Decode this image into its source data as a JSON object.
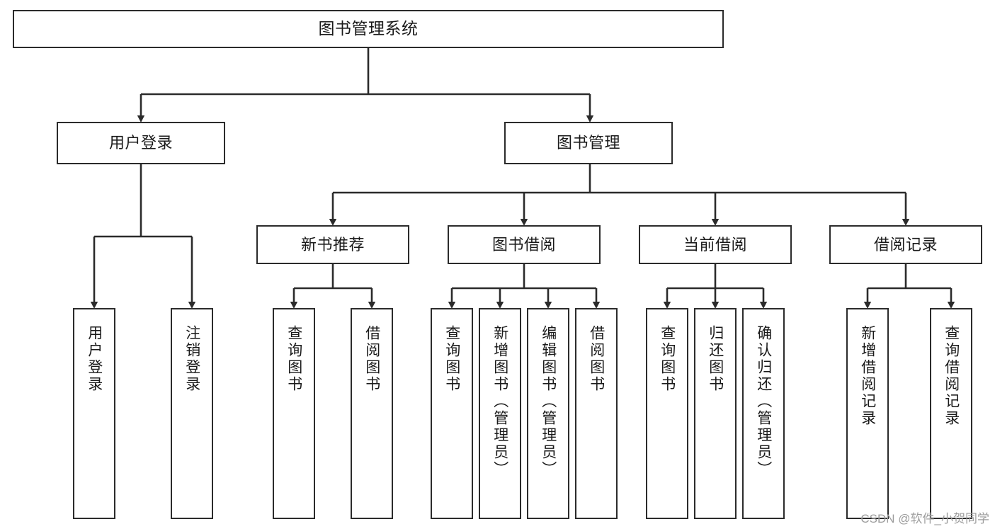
{
  "diagram": {
    "title": "图书管理系统",
    "type": "tree-hierarchy-chart",
    "colors": {
      "box_border": "#2b2b2b",
      "box_fill": "#ffffff",
      "connector": "#2b2b2b",
      "text": "#1a1a1a",
      "watermark": "#9d9d9d",
      "background": "#ffffff"
    },
    "root": {
      "label": "图书管理系统"
    },
    "level1": [
      {
        "id": "user-login",
        "label": "用户登录"
      },
      {
        "id": "book-management",
        "label": "图书管理"
      }
    ],
    "level2": [
      {
        "id": "new-book-recommend",
        "label": "新书推荐",
        "parent": "book-management"
      },
      {
        "id": "book-borrow",
        "label": "图书借阅",
        "parent": "book-management"
      },
      {
        "id": "current-borrow",
        "label": "当前借阅",
        "parent": "book-management"
      },
      {
        "id": "borrow-record",
        "label": "借阅记录",
        "parent": "book-management"
      }
    ],
    "leaves": [
      {
        "id": "leaf-user-login",
        "label": "用户登录",
        "parent": "user-login"
      },
      {
        "id": "leaf-user-logout",
        "label": "注销登录",
        "parent": "user-login"
      },
      {
        "id": "leaf-query-book-1",
        "label": "查询图书",
        "parent": "new-book-recommend"
      },
      {
        "id": "leaf-borrow-book-1",
        "label": "借阅图书",
        "parent": "new-book-recommend"
      },
      {
        "id": "leaf-query-book-2",
        "label": "查询图书",
        "parent": "book-borrow"
      },
      {
        "id": "leaf-add-book",
        "label": "新增图书（管理员）",
        "parent": "book-borrow"
      },
      {
        "id": "leaf-edit-book",
        "label": "编辑图书（管理员）",
        "parent": "book-borrow"
      },
      {
        "id": "leaf-borrow-book-2",
        "label": "借阅图书",
        "parent": "book-borrow"
      },
      {
        "id": "leaf-query-book-3",
        "label": "查询图书",
        "parent": "current-borrow"
      },
      {
        "id": "leaf-return-book",
        "label": "归还图书",
        "parent": "current-borrow"
      },
      {
        "id": "leaf-confirm-return",
        "label": "确认归还（管理员）",
        "parent": "current-borrow"
      },
      {
        "id": "leaf-add-record",
        "label": "新增借阅记录",
        "parent": "borrow-record"
      },
      {
        "id": "leaf-query-record",
        "label": "查询借阅记录",
        "parent": "borrow-record"
      }
    ]
  },
  "watermark": {
    "text": "CSDN @软件_小贺同学"
  }
}
